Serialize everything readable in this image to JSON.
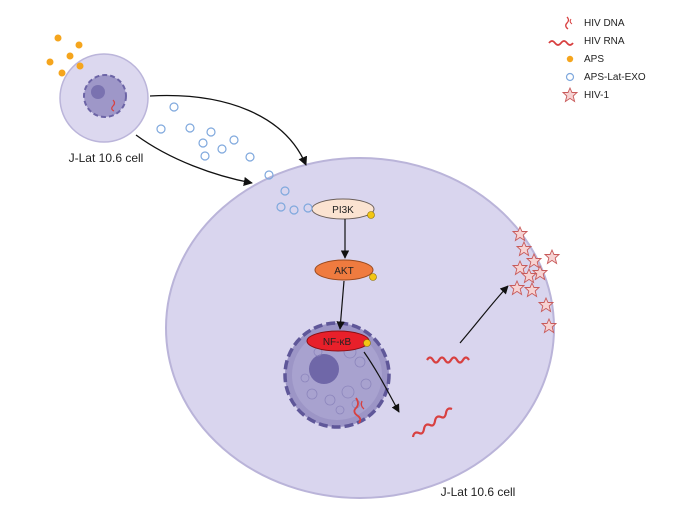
{
  "labels": {
    "small_cell": "J-Lat 10.6 cell",
    "large_cell": "J-Lat 10.6 cell",
    "pi3k": "PI3K",
    "akt": "AKT",
    "nfkb": "NF-κB"
  },
  "legend": {
    "items": [
      {
        "label": "HIV DNA",
        "icon": "hiv-dna-icon"
      },
      {
        "label": "HIV RNA",
        "icon": "hiv-rna-icon"
      },
      {
        "label": "APS",
        "icon": "aps-dot-icon"
      },
      {
        "label": "APS-Lat-EXO",
        "icon": "exosome-circle-icon"
      },
      {
        "label": "HIV-1",
        "icon": "hiv-virion-icon"
      }
    ]
  },
  "colors": {
    "cell_fill": "#d9d5ee",
    "cell_stroke": "#b9b3d8",
    "nucleus_fill": "#9a93c4",
    "nucleus_stroke": "#6c64a6",
    "pi3k_fill": "#fbe1cf",
    "akt_fill": "#f07a3f",
    "nfkb_fill": "#e8202a",
    "aps": "#f5a51d",
    "exosome": "#7fa8dd",
    "hiv_red": "#d84040",
    "virion_fill": "#f5d0d0",
    "phospho": "#f2c614"
  }
}
